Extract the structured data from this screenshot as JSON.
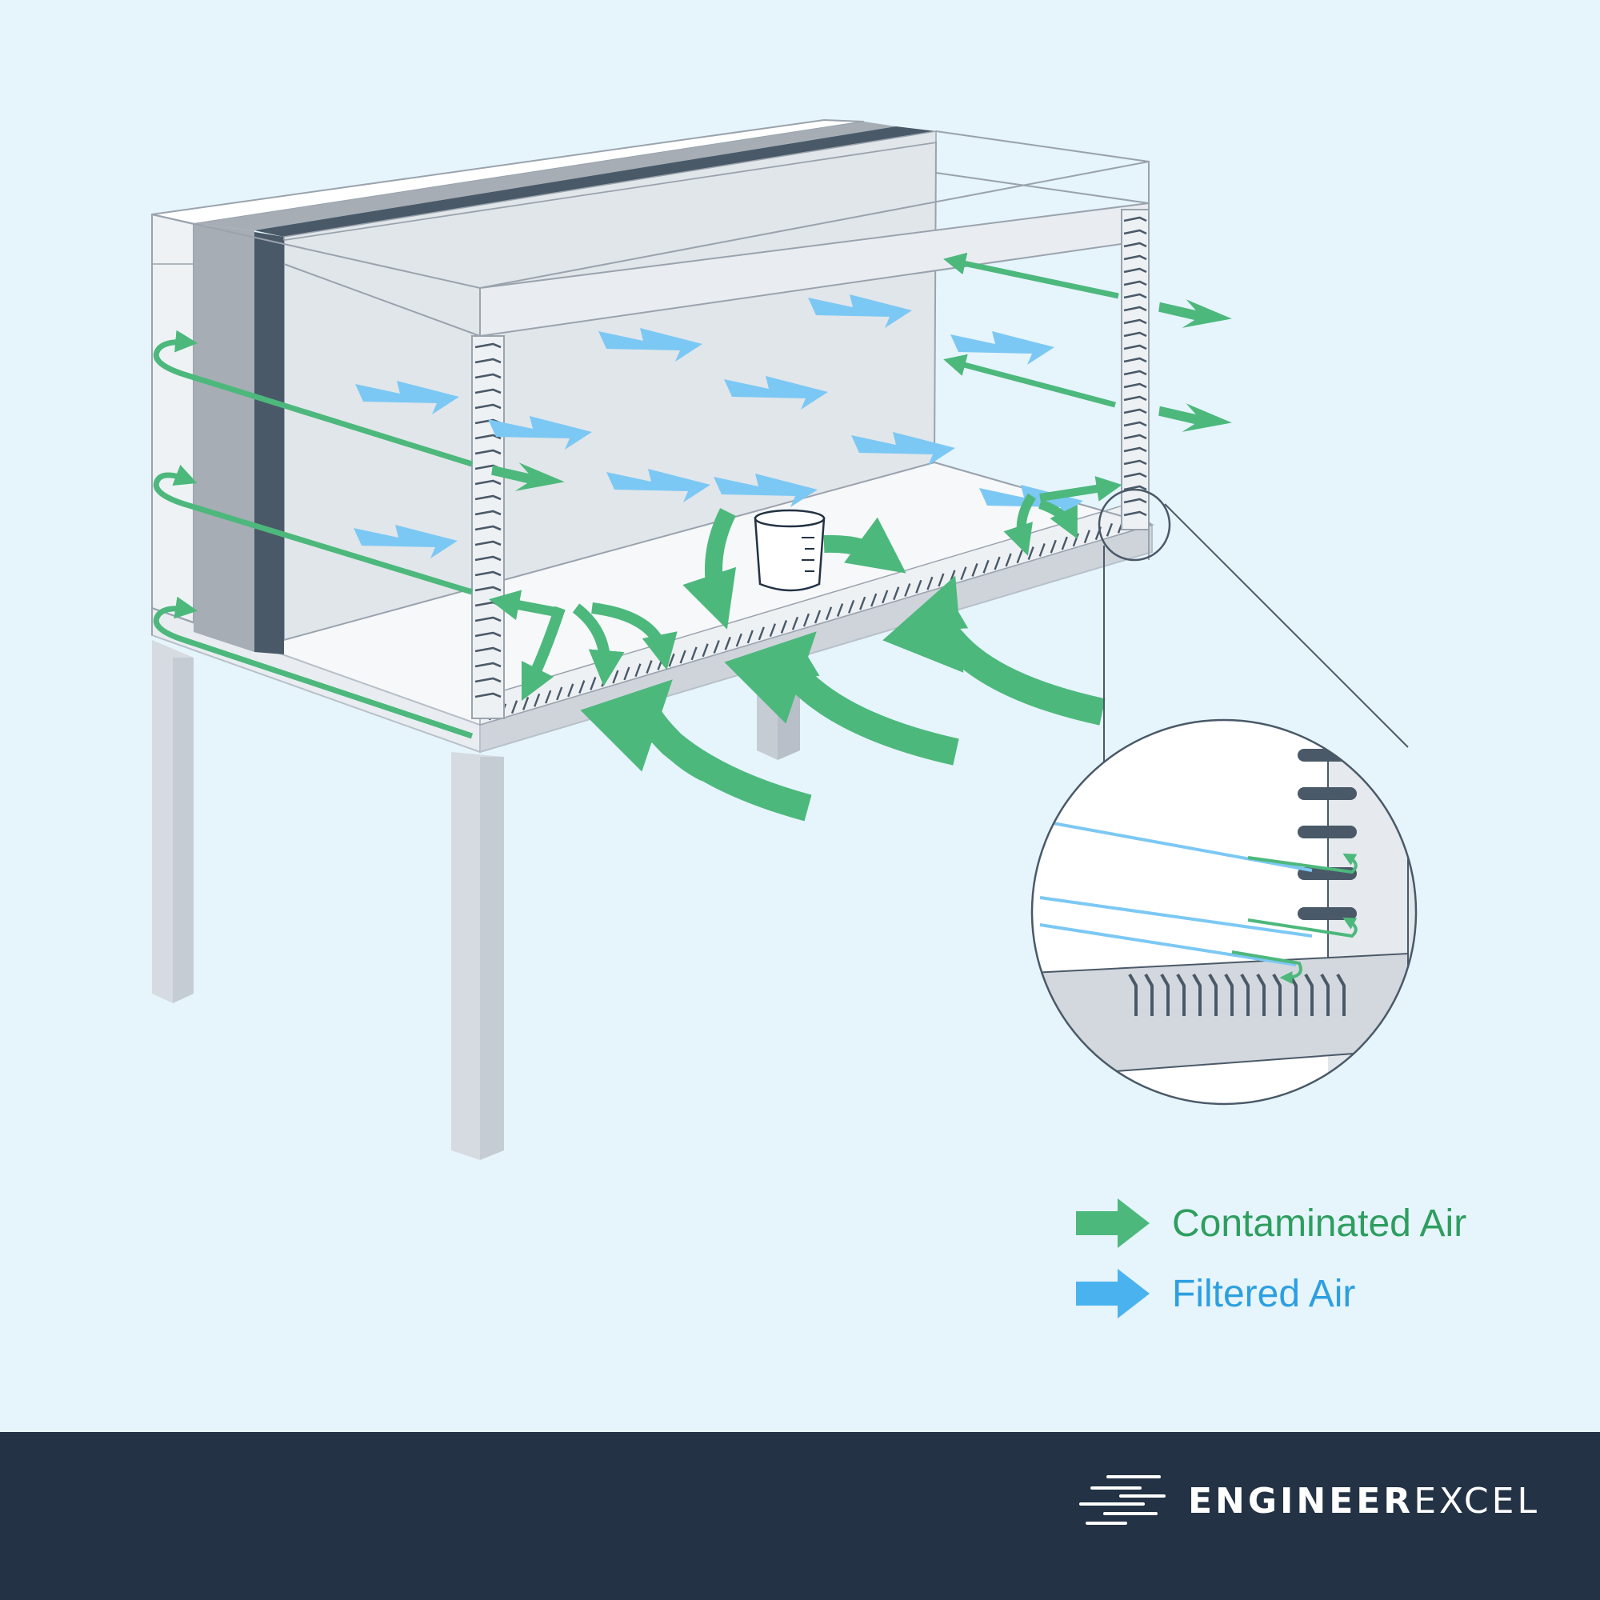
{
  "colors": {
    "background": "#e6f4fc",
    "contaminated": "#4db87c",
    "filtered": "#4ab3ef",
    "footer": "#233244"
  },
  "legend": {
    "contaminated": {
      "label": "Contaminated Air",
      "color": "#2e9e5f",
      "icon": "green-arrow-icon"
    },
    "filtered": {
      "label": "Filtered Air",
      "color": "#2d9fe0",
      "icon": "blue-arrow-icon"
    }
  },
  "footer": {
    "brand_bold": "ENGINEER",
    "brand_light": "EXCEL",
    "logo_icon": "speed-lines-icon"
  }
}
